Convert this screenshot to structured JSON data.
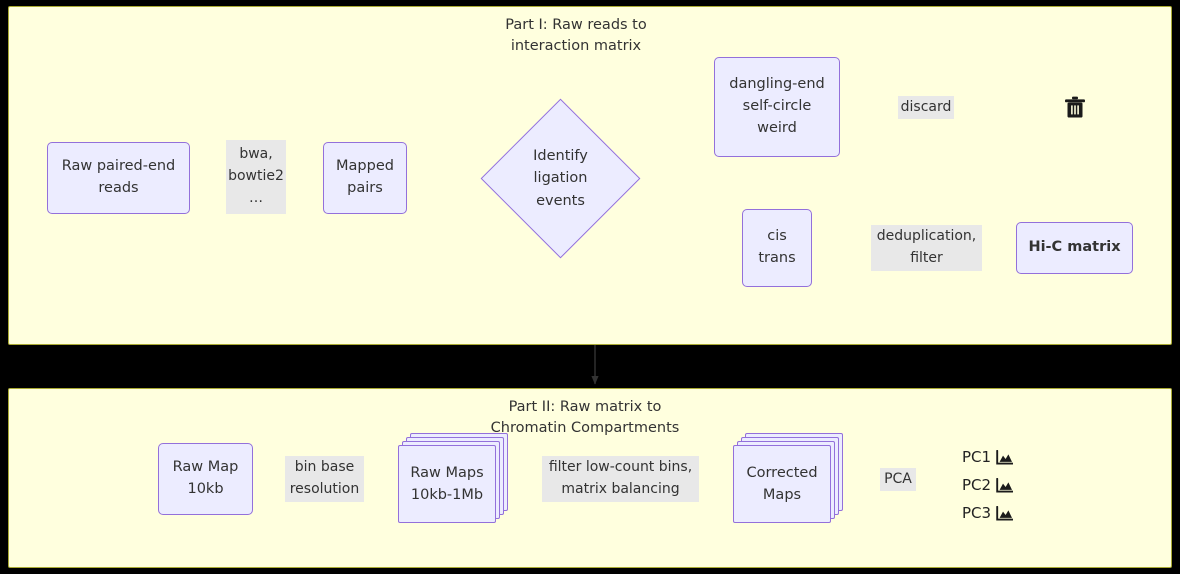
{
  "theme": {
    "canvas_bg": "#000000",
    "subgraph_bg": "#ffffde",
    "subgraph_border": "#aaaa33",
    "node_fill": "#ececff",
    "node_border": "#9370db",
    "edge_label_bg": "#e8e8e8",
    "edge_stroke": "#333333",
    "text_color": "#333333",
    "brace_color": "#b991e8"
  },
  "diagram": {
    "type": "flowchart",
    "direction": "left-to-right",
    "subgraphs": [
      {
        "id": "part1",
        "title": "Part I: Raw reads to\ninteraction matrix"
      },
      {
        "id": "part2",
        "title": "Part II: Raw matrix to\nChromatin Compartments"
      }
    ]
  },
  "part1": {
    "title": "Part I: Raw reads to\ninteraction matrix",
    "nodes": {
      "raw_reads": "Raw paired-end\nreads",
      "mapped_pairs": "Mapped\npairs",
      "identify": "Identify\nligation\nevents",
      "dangling": "dangling-end\nself-circle\nweird",
      "cistrans": "cis\ntrans",
      "hic_matrix": "Hi-C matrix",
      "trash_icon": "trash-icon"
    },
    "edge_labels": {
      "aligner": "bwa,\nbowtie2\n…",
      "discard": "discard",
      "dedup": "deduplication,\nfilter"
    }
  },
  "part2": {
    "title": "Part II: Raw matrix to\nChromatin Compartments",
    "nodes": {
      "raw_map": "Raw Map\n10kb",
      "raw_maps": "Raw Maps\n10kb-1Mb",
      "corrected_maps": "Corrected\nMaps"
    },
    "edge_labels": {
      "bin": "bin base\nresolution",
      "filter": "filter low-count bins,\nmatrix balancing",
      "pca": "PCA"
    },
    "outputs": [
      {
        "label": "PC1",
        "icon": "area-chart-icon"
      },
      {
        "label": "PC2",
        "icon": "area-chart-icon"
      },
      {
        "label": "PC3",
        "icon": "area-chart-icon"
      }
    ]
  }
}
